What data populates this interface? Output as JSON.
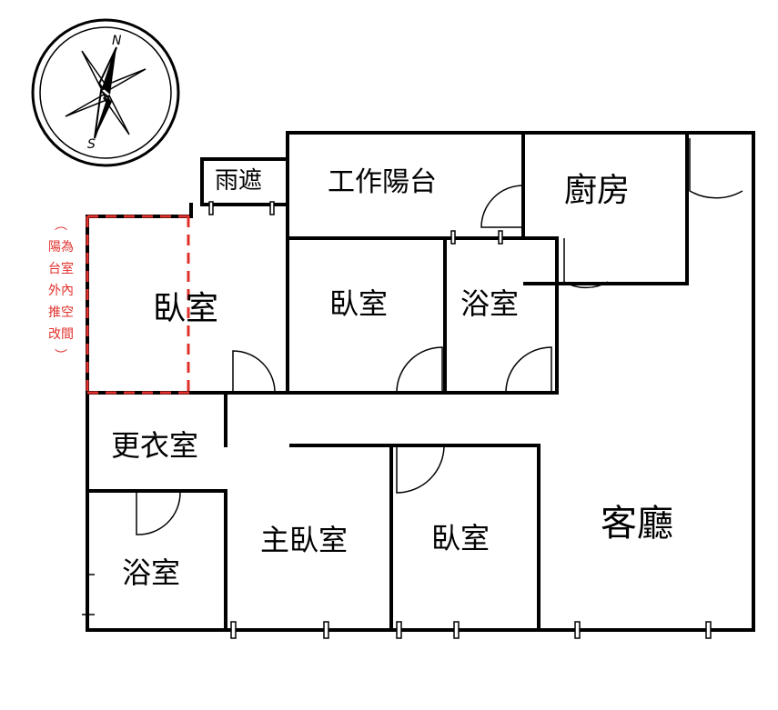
{
  "compass": {
    "north": "N",
    "south": "S"
  },
  "rooms": {
    "rain_shelter": "雨遮",
    "work_balcony": "工作陽台",
    "kitchen": "廚房",
    "bedroom_west": "臥室",
    "bedroom_middle": "臥室",
    "bathroom_north": "浴室",
    "walk_in_closet": "更衣室",
    "bathroom_south": "浴室",
    "master_bedroom": "主臥室",
    "bedroom_south": "臥室",
    "living_room": "客廳"
  },
  "annotation": {
    "lines": [
      "︵",
      "陽為",
      "台室",
      "外內",
      "推空",
      "改間",
      "︶"
    ]
  },
  "colors": {
    "wall": "#000000",
    "annotation": "#e0302c",
    "door": "#000000"
  }
}
